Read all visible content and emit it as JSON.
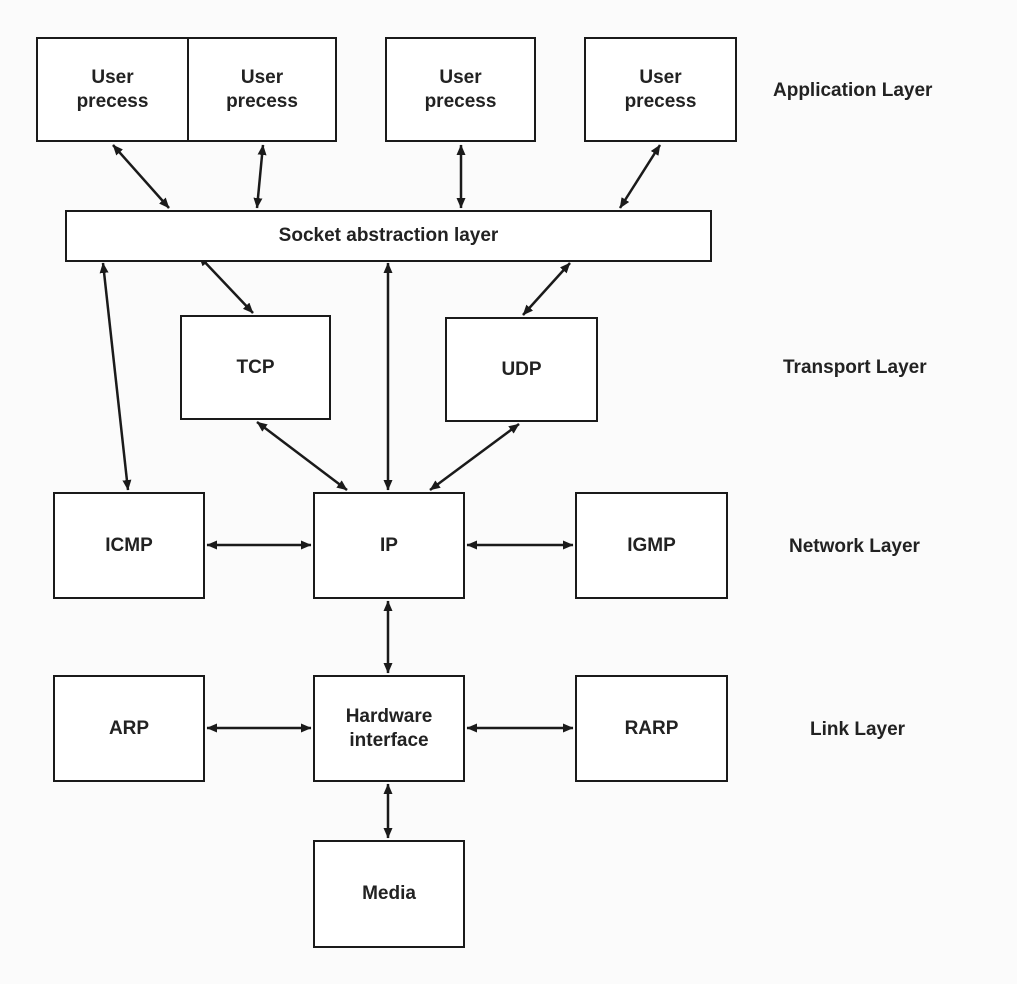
{
  "colors": {
    "stroke": "#1a1a1a",
    "box_fill": "#ffffff",
    "text": "#222222",
    "background": "#fbfbfb"
  },
  "boxes": {
    "user_process_1": "User\nprecess",
    "user_process_2": "User\nprecess",
    "user_process_3": "User\nprecess",
    "user_process_4": "User\nprecess",
    "socket_layer": "Socket abstraction layer",
    "tcp": "TCP",
    "udp": "UDP",
    "icmp": "ICMP",
    "ip": "IP",
    "igmp": "IGMP",
    "arp": "ARP",
    "hardware_interface": "Hardware\ninterface",
    "rarp": "RARP",
    "media": "Media"
  },
  "layers": {
    "application": "Application Layer",
    "transport": "Transport Layer",
    "network": "Network Layer",
    "link": "Link Layer"
  },
  "connections": [
    {
      "from": "user_process_1",
      "to": "socket_layer"
    },
    {
      "from": "user_process_2",
      "to": "socket_layer"
    },
    {
      "from": "user_process_3",
      "to": "socket_layer"
    },
    {
      "from": "user_process_4",
      "to": "socket_layer"
    },
    {
      "from": "socket_layer",
      "to": "tcp"
    },
    {
      "from": "socket_layer",
      "to": "udp"
    },
    {
      "from": "socket_layer",
      "to": "icmp"
    },
    {
      "from": "socket_layer",
      "to": "ip"
    },
    {
      "from": "tcp",
      "to": "ip"
    },
    {
      "from": "udp",
      "to": "ip"
    },
    {
      "from": "icmp",
      "to": "ip"
    },
    {
      "from": "ip",
      "to": "igmp"
    },
    {
      "from": "ip",
      "to": "hardware_interface"
    },
    {
      "from": "arp",
      "to": "hardware_interface"
    },
    {
      "from": "hardware_interface",
      "to": "rarp"
    },
    {
      "from": "hardware_interface",
      "to": "media"
    }
  ]
}
